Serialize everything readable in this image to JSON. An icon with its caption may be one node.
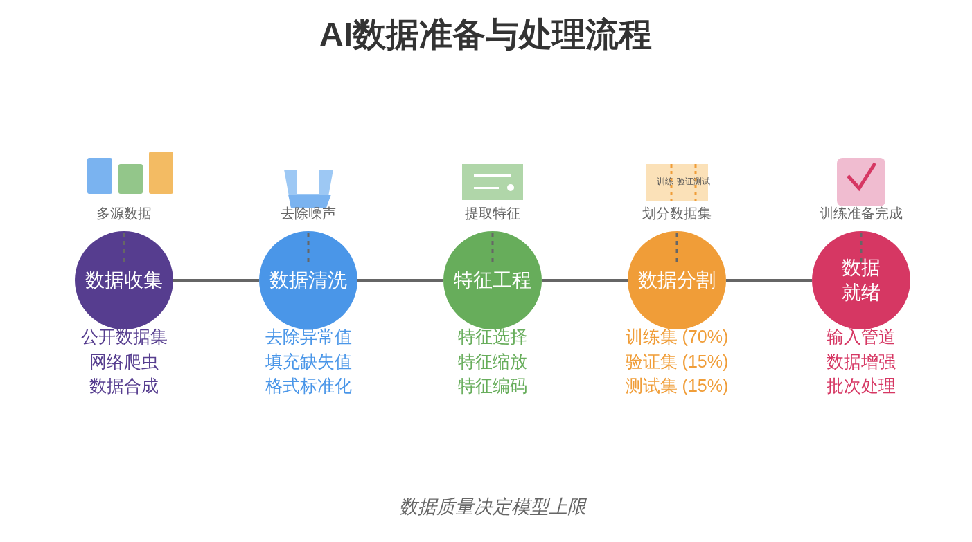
{
  "diagram": {
    "title": "AI数据准备与处理流程",
    "caption": "数据质量决定模型上限",
    "nodes": [
      {
        "text": [
          "数据收集"
        ],
        "beside": [
          "多源数据",
          "公开数据集",
          "网络爬虫",
          "数据合成"
        ]
      },
      {
        "text": [
          "数据清洗"
        ],
        "beside": [
          "去除噪声",
          "去除异常值",
          "填充缺失值",
          "格式标准化"
        ]
      },
      {
        "text": [
          "特征工程"
        ],
        "beside": [
          "提取特征",
          "特征选择",
          "特征缩放",
          "特征编码"
        ]
      },
      {
        "text": [
          "数据分割"
        ],
        "beside": [
          "划分数据集",
          "训练集 (70%)",
          "验证集 (15%)",
          "测试集 (15%)"
        ]
      },
      {
        "text": [
          "数据就绪"
        ],
        "beside": [
          "训练准备完成",
          "输入管道",
          "数据增强",
          "批次处理"
        ]
      }
    ],
    "edges": [
      {
        "from": 0,
        "to": 1,
        "arrow": "none"
      },
      {
        "from": 1,
        "to": 2,
        "arrow": "none"
      },
      {
        "from": 2,
        "to": 3,
        "arrow": "none"
      },
      {
        "from": 3,
        "to": 4,
        "arrow": "none"
      }
    ],
    "labels": [
      "训练",
      "验证",
      "测试"
    ]
  }
}
